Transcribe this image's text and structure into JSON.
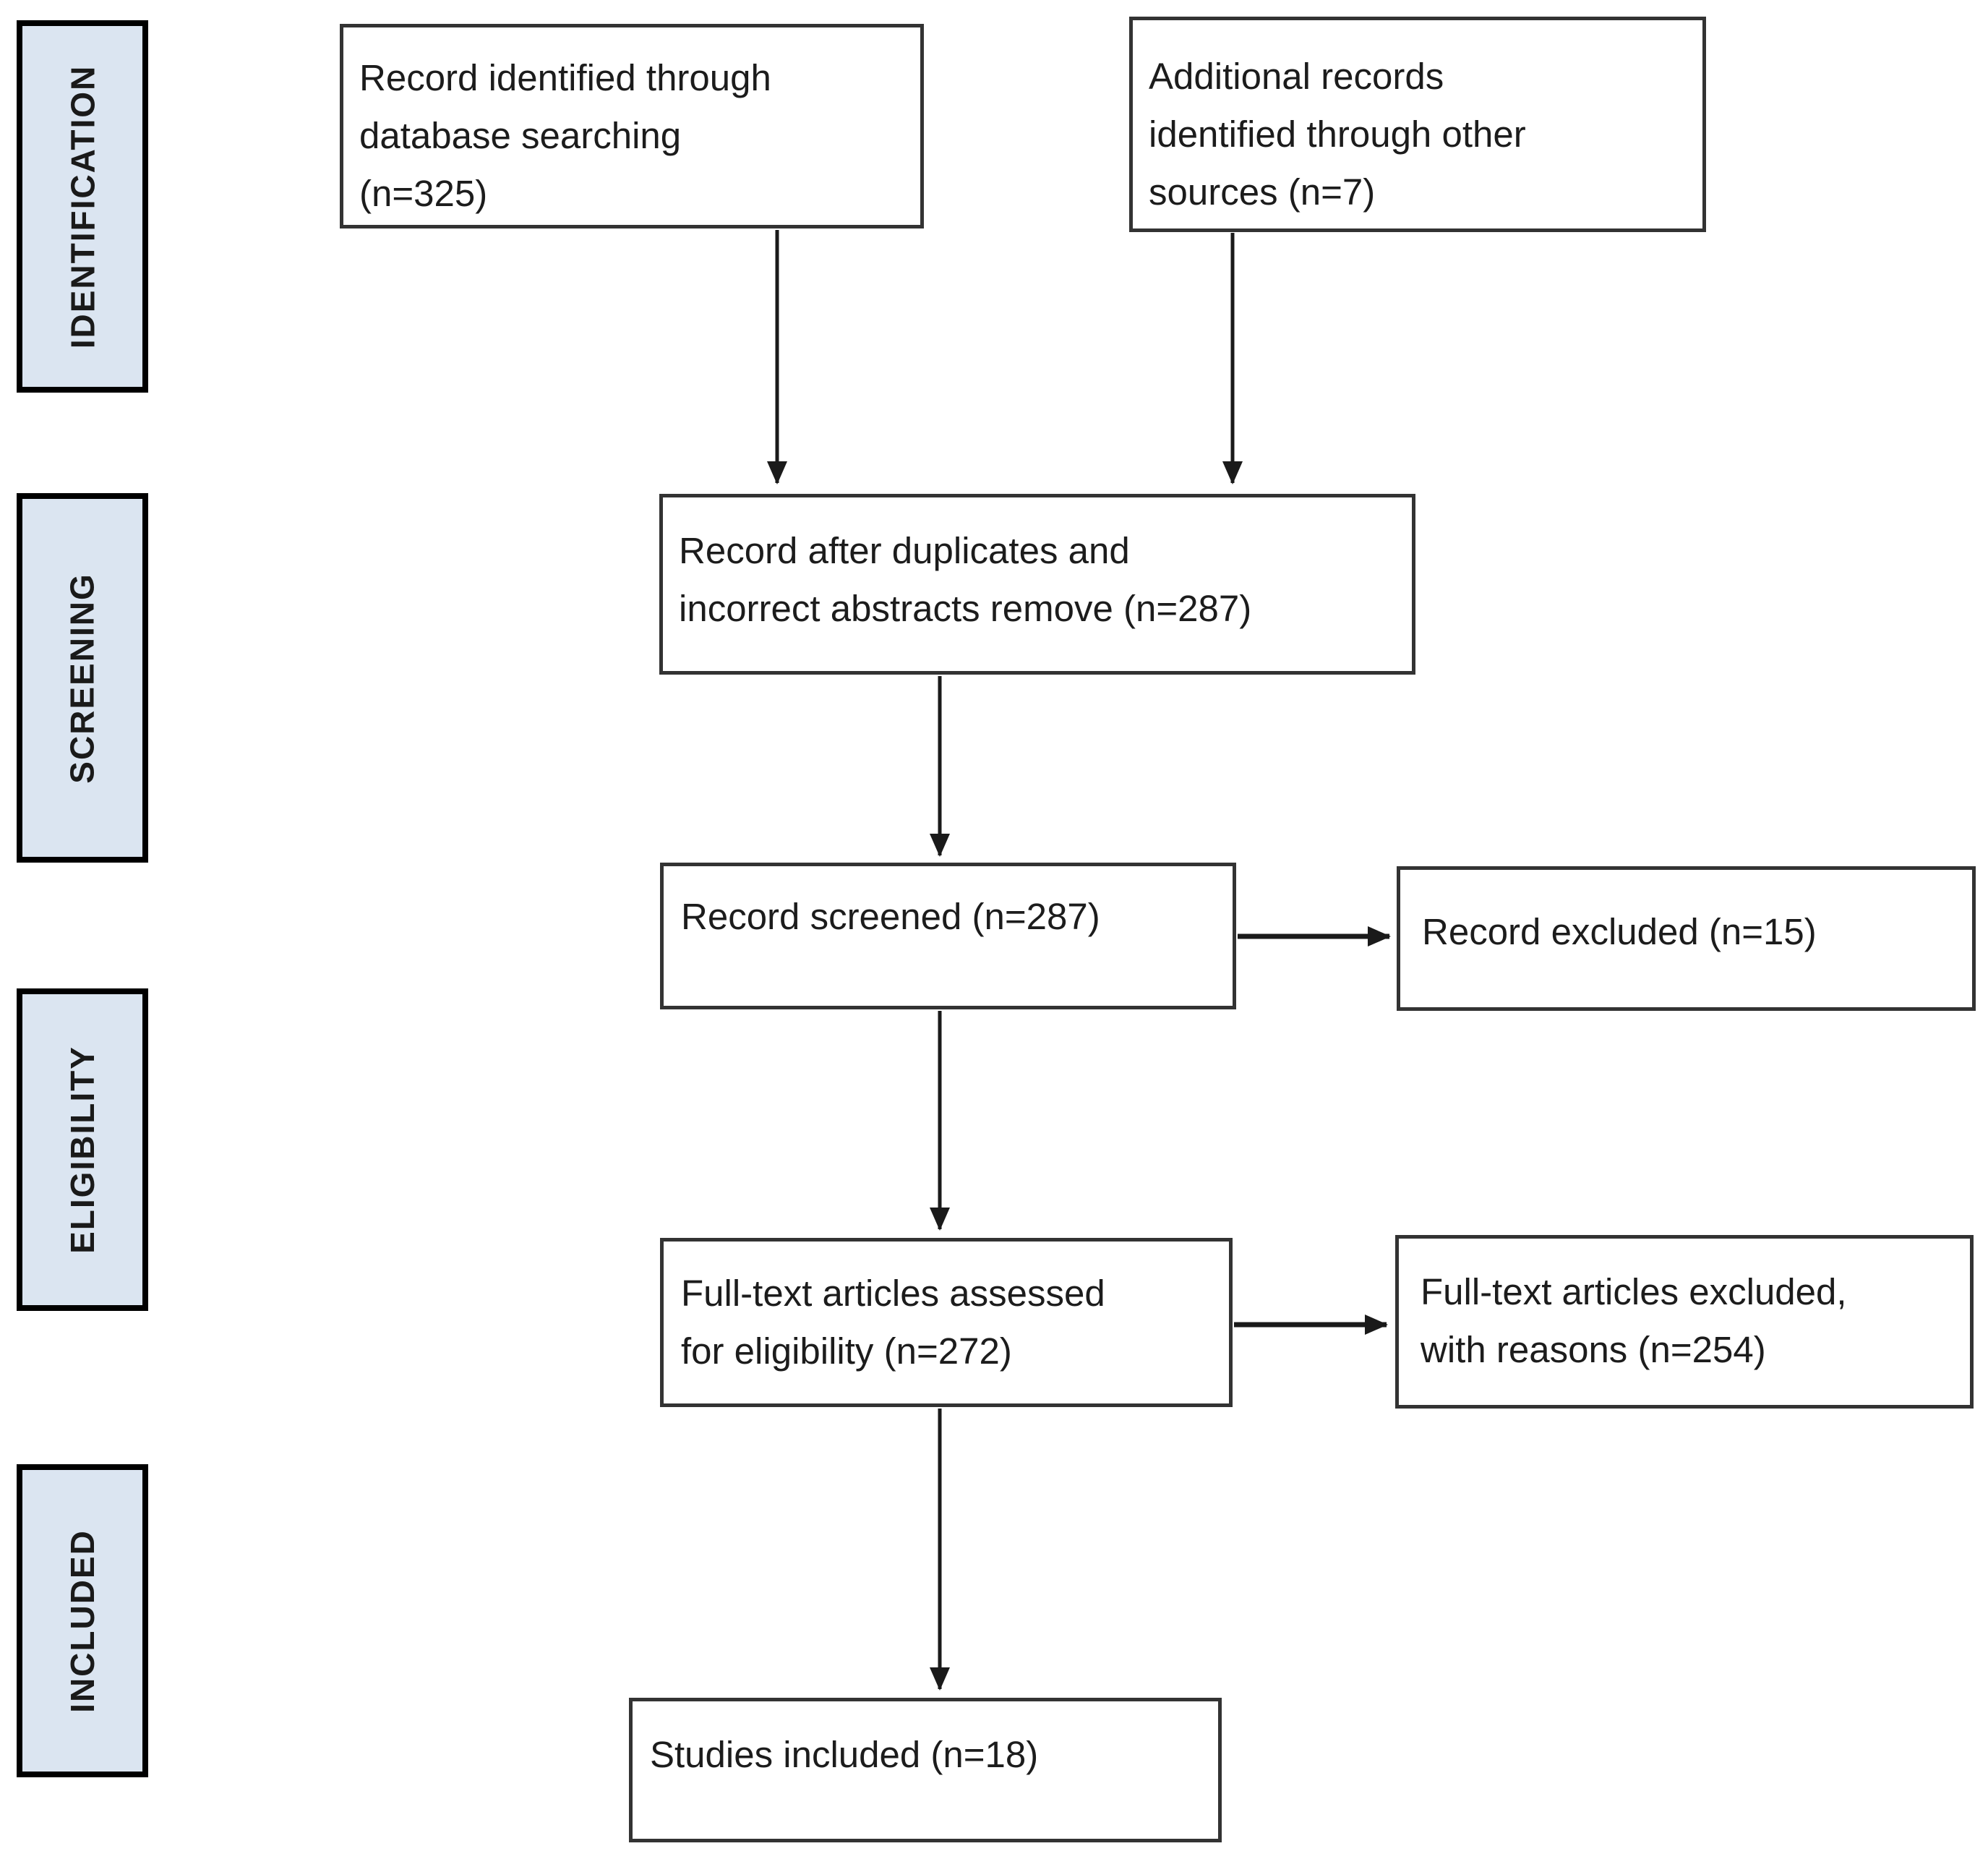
{
  "sidebar": {
    "stages": [
      {
        "label": "IDENTIFICATION"
      },
      {
        "label": "SCREENING"
      },
      {
        "label": "ELIGIBILITY"
      },
      {
        "label": "INCLUDED"
      }
    ],
    "fill_color": "#dbe5f1",
    "border_color": "#000000"
  },
  "flow": {
    "identified_db": {
      "lines": [
        "Record identified through",
        "database searching",
        "(n=325)"
      ]
    },
    "identified_other": {
      "lines": [
        "Additional records",
        "identified through other",
        "sources (n=7)"
      ]
    },
    "deduplicated": {
      "lines": [
        "Record after duplicates and",
        "incorrect abstracts remove (n=287)"
      ]
    },
    "screened": {
      "lines": [
        "Record screened (n=287)"
      ]
    },
    "excluded": {
      "lines": [
        "Record excluded (n=15)"
      ]
    },
    "fulltext_assessed": {
      "lines": [
        "Full-text articles assessed",
        "for eligibility (n=272)"
      ]
    },
    "fulltext_excluded": {
      "lines": [
        "Full-text articles excluded,",
        "with reasons (n=254)"
      ]
    },
    "included_studies": {
      "lines": [
        "Studies included (n=18)"
      ]
    }
  },
  "counts": {
    "database_search": 325,
    "other_sources": 7,
    "after_duplicates_removed": 287,
    "screened": 287,
    "excluded": 15,
    "fulltext_assessed": 272,
    "fulltext_excluded": 254,
    "studies_included": 18
  },
  "colors": {
    "box_border": "#333333",
    "box_fill": "#ffffff",
    "arrow": "#1a1a1a",
    "text": "#1c1c1c"
  }
}
